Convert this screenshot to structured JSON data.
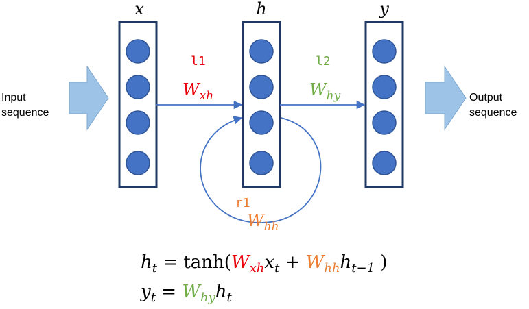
{
  "layers": {
    "input": {
      "symbol": "x",
      "nodes": 4
    },
    "hidden": {
      "symbol": "h",
      "nodes": 4
    },
    "output": {
      "symbol": "y",
      "nodes": 4
    }
  },
  "flows": {
    "input_line1": "Input",
    "input_line2": "sequence",
    "output_line1": "Output",
    "output_line2": "sequence"
  },
  "weights": {
    "l1": {
      "tag": "l1",
      "base": "W",
      "sub": "xh"
    },
    "l2": {
      "tag": "l2",
      "base": "W",
      "sub": "hy"
    },
    "r1": {
      "tag": "r1",
      "base": "W",
      "sub": "hh"
    }
  },
  "equations": {
    "eq1": {
      "lhs": "h",
      "lhs_sub": "t",
      "eq": " = ",
      "fn": "tanh(",
      "w1": "W",
      "w1_sub": "xh",
      "v1": "x",
      "v1_sub": "t",
      "plus": " + ",
      "w2": "W",
      "w2_sub": "hh",
      "v2": "h",
      "v2_sub": "t−1",
      "close": " )"
    },
    "eq2": {
      "lhs": "y",
      "lhs_sub": "t",
      "eq": " = ",
      "w": "W",
      "w_sub": "hy",
      "v": "h",
      "v_sub": "t"
    }
  },
  "colors": {
    "node_fill": "#4472C4",
    "node_stroke": "#2F5597",
    "layer_border": "#1F3864",
    "connection": "#4472C4",
    "block_arrow": "#9DC3E6",
    "w_xh": "#E8000B",
    "w_hy": "#70AD47",
    "w_hh": "#ED7D31",
    "text": "#000000"
  }
}
